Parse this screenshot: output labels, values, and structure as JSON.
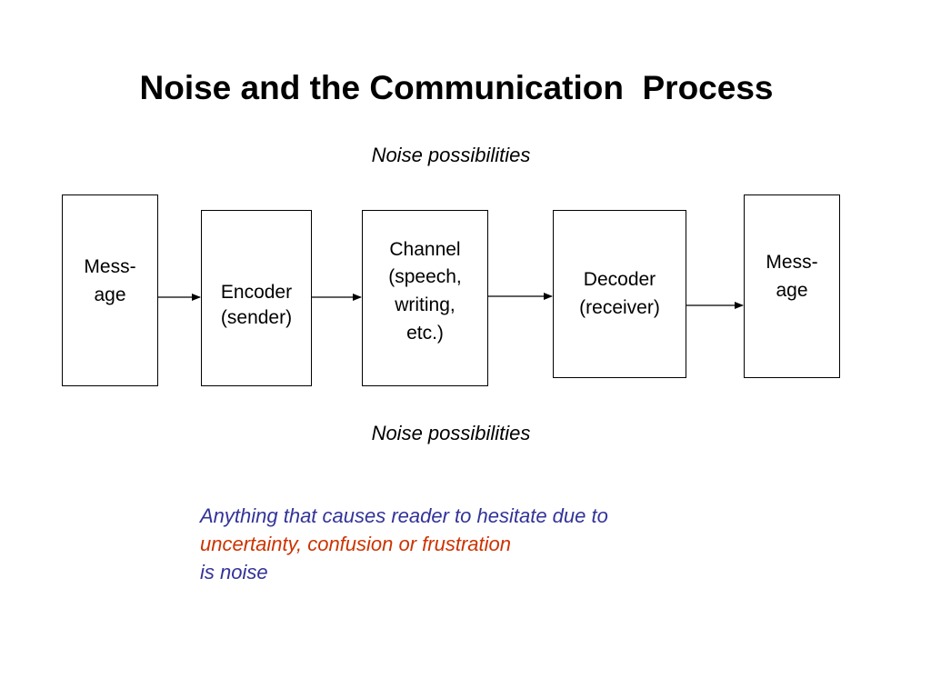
{
  "title": "Noise and the Communication  Process",
  "noise_top": "Noise possibilities",
  "noise_bottom": "Noise possibilities",
  "boxes": {
    "message_in": "Mess-\nage",
    "encoder": "Encoder\n(sender)",
    "channel": "Channel\n(speech,\nwriting,\netc.)",
    "decoder": "Decoder\n(receiver)",
    "message_out": "Mess-\nage"
  },
  "note": {
    "line1": "Anything that causes reader to hesitate due to",
    "line2": "uncertainty, confusion or frustration",
    "line3": "is noise"
  },
  "colors": {
    "note_blue": "#333399",
    "note_red": "#cc3300"
  }
}
